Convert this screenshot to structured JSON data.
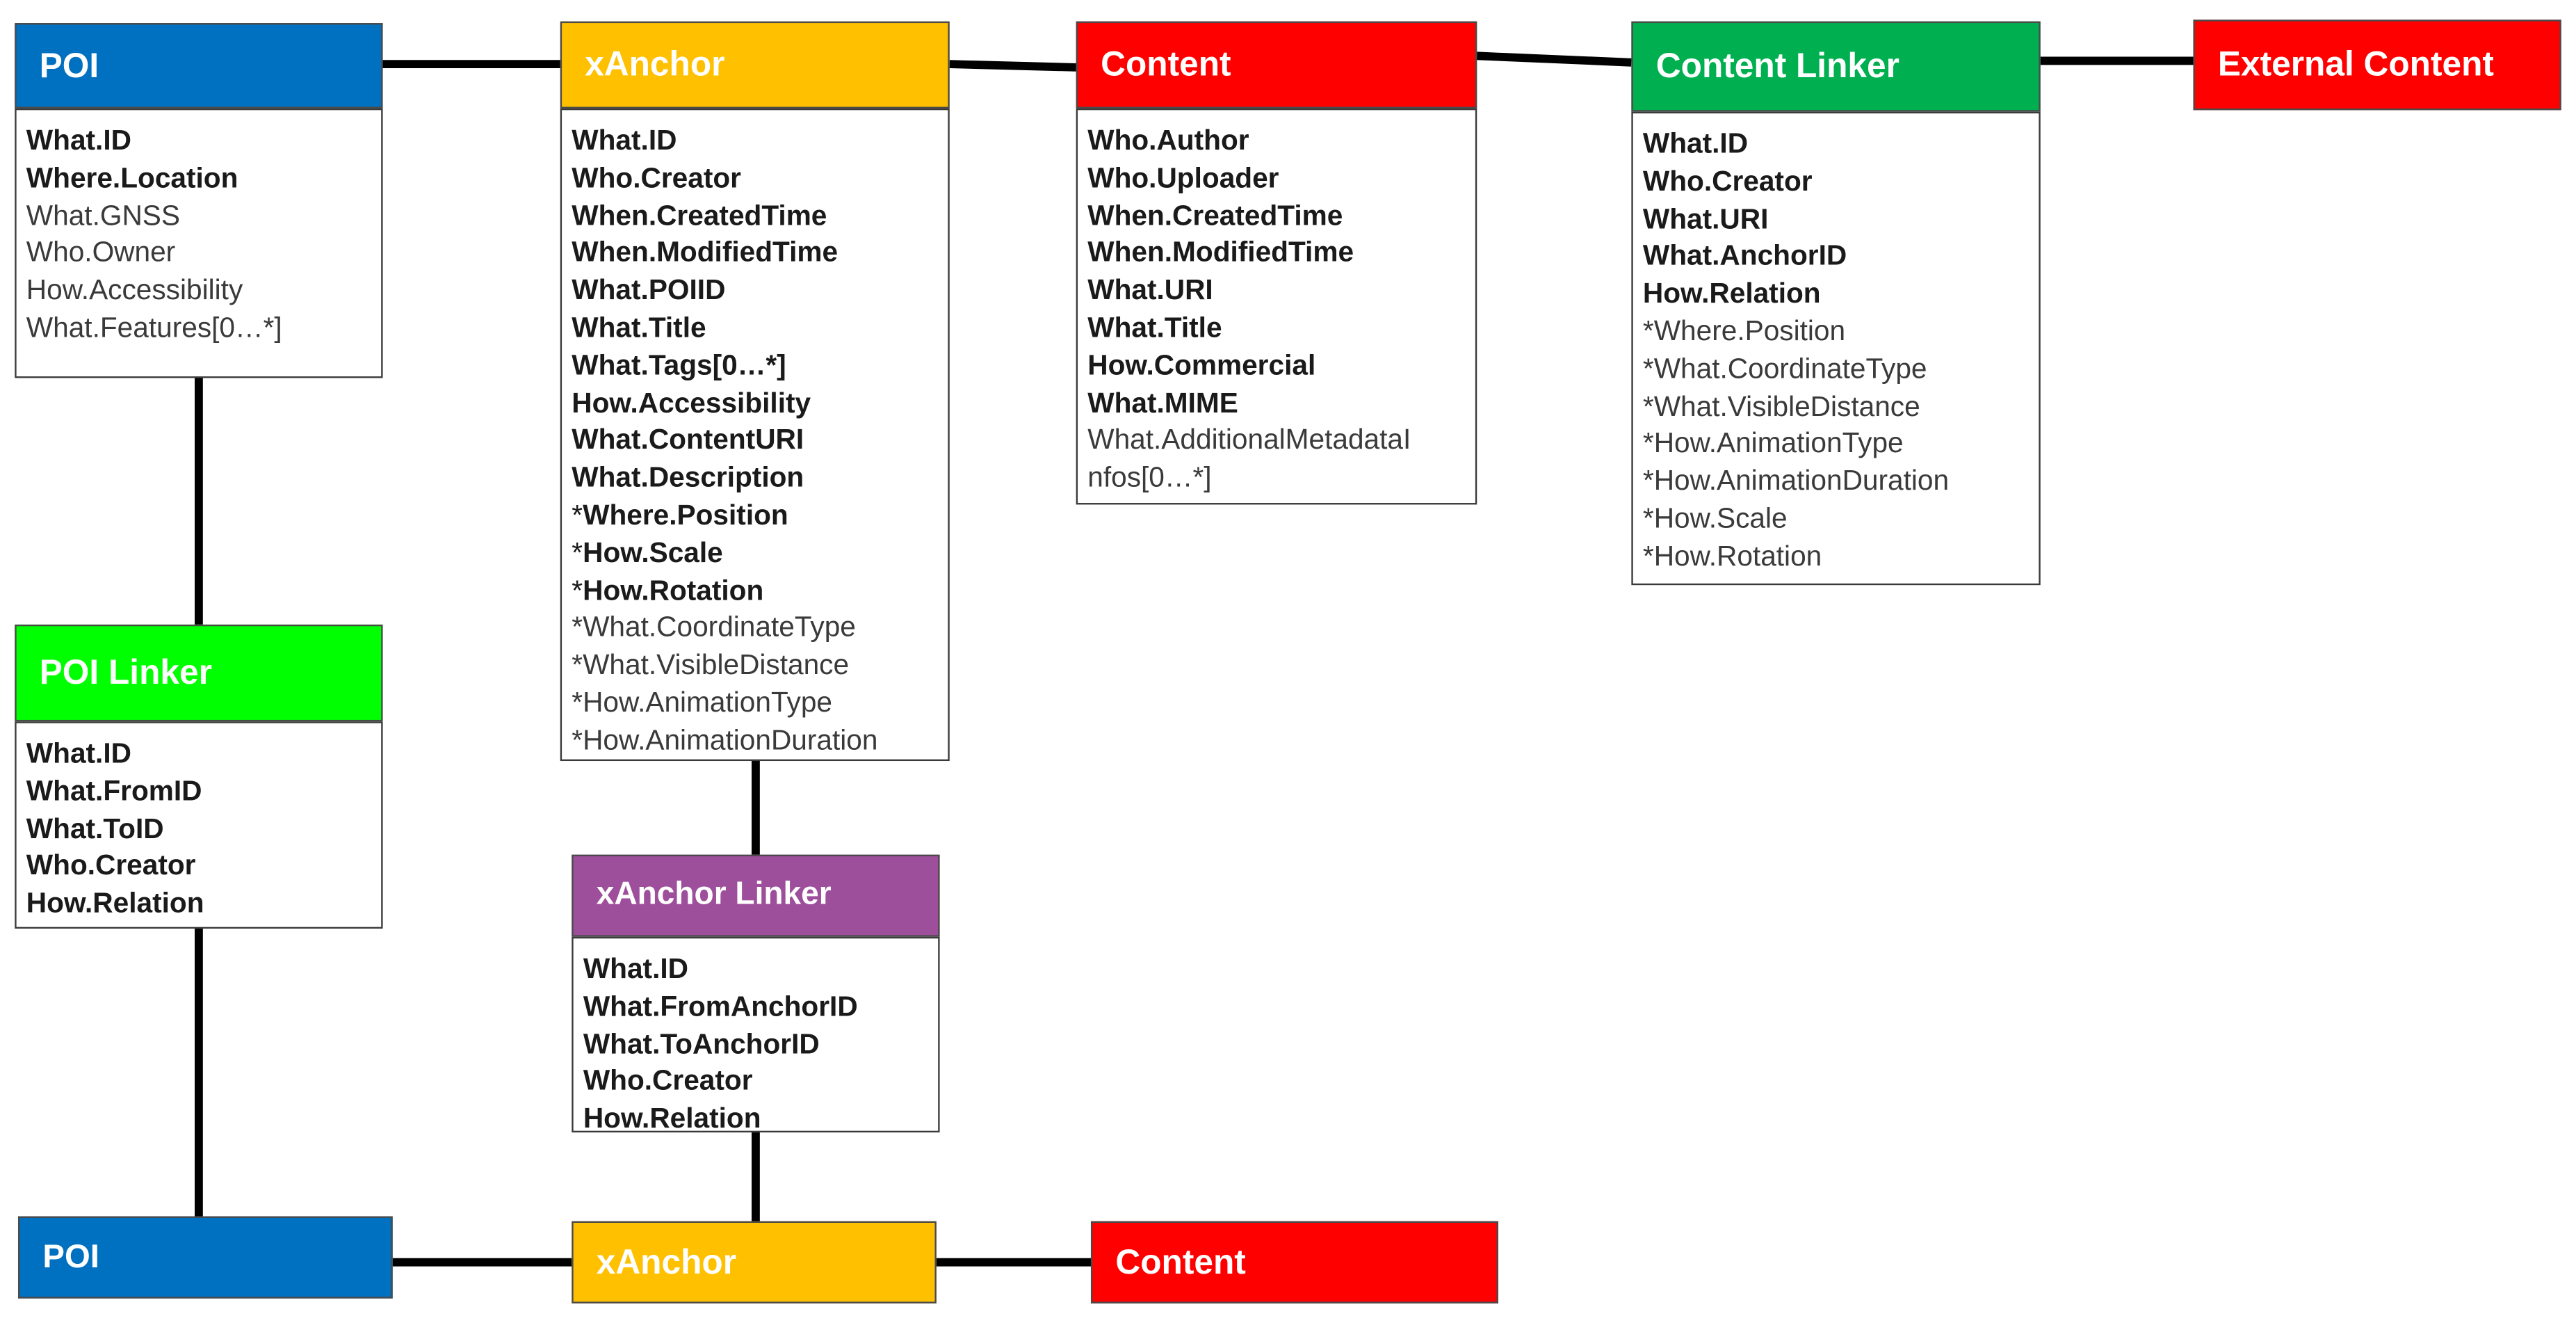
{
  "colors": {
    "poi_blue": "#0070c0",
    "xanchor_orange": "#ffc000",
    "content_red": "#ff0000",
    "content_linker_green": "#00b050",
    "poi_linker_green": "#00ff00",
    "xanchor_linker_purple": "#9e4f9c",
    "connector": "#000000"
  },
  "top": {
    "poi": {
      "title": "POI",
      "fields": [
        {
          "text": "What.ID",
          "style": "bold"
        },
        {
          "text": "Where.Location",
          "style": "bold"
        },
        {
          "text": "What.GNSS",
          "style": "normal"
        },
        {
          "text": "Who.Owner",
          "style": "normal"
        },
        {
          "text": "How.Accessibility",
          "style": "normal"
        },
        {
          "text": "What.Features[0…*]",
          "style": "normal"
        }
      ]
    },
    "xanchor": {
      "title": "xAnchor",
      "fields": [
        {
          "text": "What.ID",
          "style": "bold"
        },
        {
          "text": "Who.Creator",
          "style": "bold"
        },
        {
          "text": "When.CreatedTime",
          "style": "bold"
        },
        {
          "text": "When.ModifiedTime",
          "style": "bold"
        },
        {
          "text": "What.POIID",
          "style": "bold"
        },
        {
          "text": "What.Title",
          "style": "bold"
        },
        {
          "text": "What.Tags[0…*]",
          "style": "bold"
        },
        {
          "text": "How.Accessibility",
          "style": "bold"
        },
        {
          "text": "What.ContentURI",
          "style": "bold"
        },
        {
          "text": "What.Description",
          "style": "bold"
        },
        {
          "text": "Where.Position",
          "style": "star-bold"
        },
        {
          "text": "How.Scale",
          "style": "star-bold"
        },
        {
          "text": "How.Rotation",
          "style": "star-bold"
        },
        {
          "text": "*What.CoordinateType",
          "style": "normal"
        },
        {
          "text": "*What.VisibleDistance",
          "style": "normal"
        },
        {
          "text": "*How.AnimationType",
          "style": "normal"
        },
        {
          "text": "*How.AnimationDuration",
          "style": "normal"
        }
      ]
    },
    "content": {
      "title": "Content",
      "fields": [
        {
          "text": "Who.Author",
          "style": "bold"
        },
        {
          "text": "Who.Uploader",
          "style": "bold"
        },
        {
          "text": "When.CreatedTime",
          "style": "bold"
        },
        {
          "text": "When.ModifiedTime",
          "style": "bold"
        },
        {
          "text": "What.URI",
          "style": "bold"
        },
        {
          "text": "What.Title",
          "style": "bold"
        },
        {
          "text": "How.Commercial",
          "style": "bold"
        },
        {
          "text": "What.MIME",
          "style": "bold"
        },
        {
          "text": "What.AdditionalMetadataI",
          "style": "normal"
        },
        {
          "text": "nfos[0…*]",
          "style": "normal"
        }
      ]
    },
    "content_linker": {
      "title": "Content Linker",
      "fields": [
        {
          "text": "What.ID",
          "style": "bold"
        },
        {
          "text": "Who.Creator",
          "style": "bold"
        },
        {
          "text": "What.URI",
          "style": "bold"
        },
        {
          "text": "What.AnchorID",
          "style": "bold"
        },
        {
          "text": "How.Relation",
          "style": "bold"
        },
        {
          "text": "*Where.Position",
          "style": "normal"
        },
        {
          "text": "*What.CoordinateType",
          "style": "normal"
        },
        {
          "text": "*What.VisibleDistance",
          "style": "normal"
        },
        {
          "text": "*How.AnimationType",
          "style": "normal"
        },
        {
          "text": "*How.AnimationDuration",
          "style": "normal"
        },
        {
          "text": "*How.Scale",
          "style": "normal"
        },
        {
          "text": "*How.Rotation",
          "style": "normal"
        }
      ]
    },
    "external_content": {
      "title": "External Content"
    }
  },
  "poi_linker": {
    "title": "POI Linker",
    "fields": [
      {
        "text": "What.ID",
        "style": "bold"
      },
      {
        "text": "What.FromID",
        "style": "bold"
      },
      {
        "text": "What.ToID",
        "style": "bold"
      },
      {
        "text": "Who.Creator",
        "style": "bold"
      },
      {
        "text": "How.Relation",
        "style": "bold"
      }
    ]
  },
  "xanchor_linker": {
    "title": "xAnchor Linker",
    "fields": [
      {
        "text": "What.ID",
        "style": "bold"
      },
      {
        "text": "What.FromAnchorID",
        "style": "bold"
      },
      {
        "text": "What.ToAnchorID",
        "style": "bold"
      },
      {
        "text": "Who.Creator",
        "style": "bold"
      },
      {
        "text": "How.Relation",
        "style": "bold"
      }
    ]
  },
  "bottom": {
    "poi": {
      "title": "POI"
    },
    "xanchor": {
      "title": "xAnchor"
    },
    "content": {
      "title": "Content"
    }
  }
}
